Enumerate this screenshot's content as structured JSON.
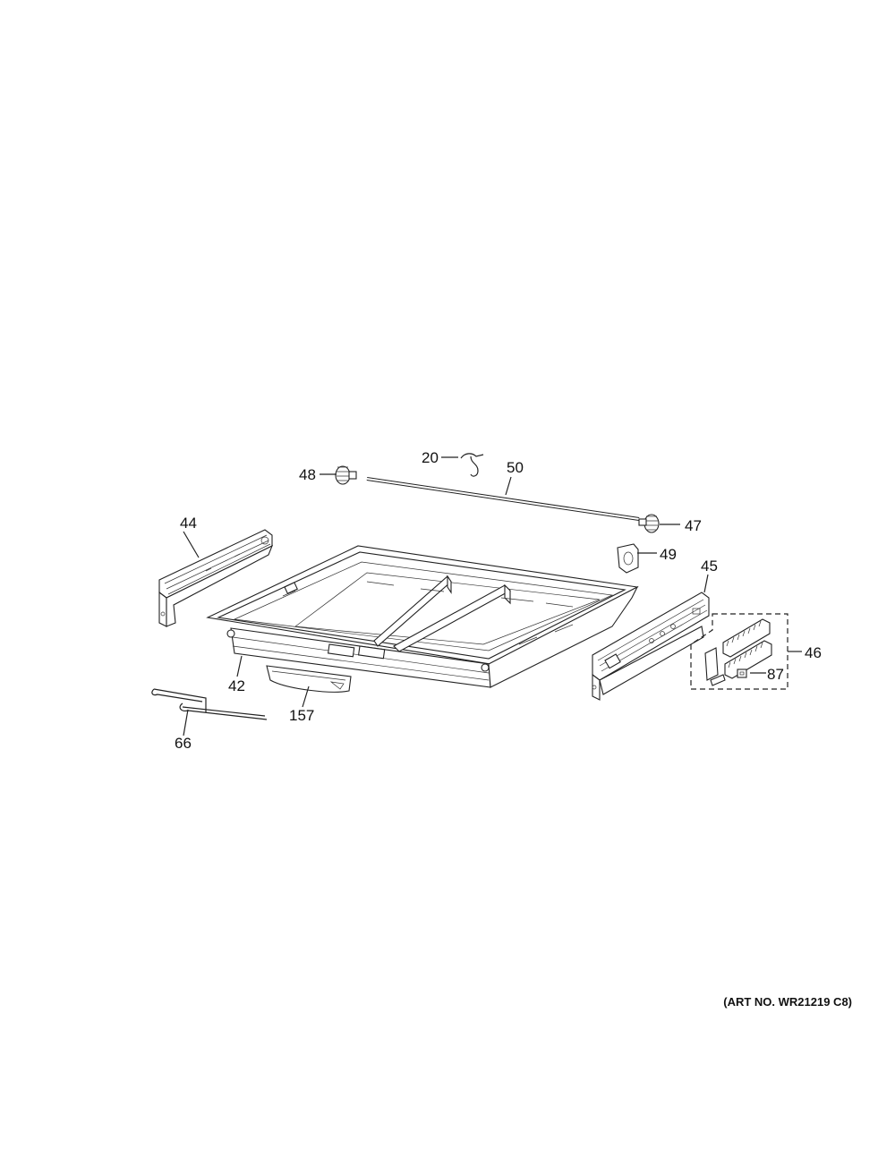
{
  "diagram": {
    "parts": [
      {
        "id": "20",
        "name": "part-20"
      },
      {
        "id": "50",
        "name": "part-50"
      },
      {
        "id": "48",
        "name": "part-48"
      },
      {
        "id": "47",
        "name": "part-47"
      },
      {
        "id": "44",
        "name": "part-44"
      },
      {
        "id": "49",
        "name": "part-49"
      },
      {
        "id": "45",
        "name": "part-45"
      },
      {
        "id": "46",
        "name": "part-46"
      },
      {
        "id": "87",
        "name": "part-87"
      },
      {
        "id": "42",
        "name": "part-42"
      },
      {
        "id": "157",
        "name": "part-157"
      },
      {
        "id": "66",
        "name": "part-66"
      }
    ],
    "art_number": "(ART NO. WR21219 C8)"
  }
}
